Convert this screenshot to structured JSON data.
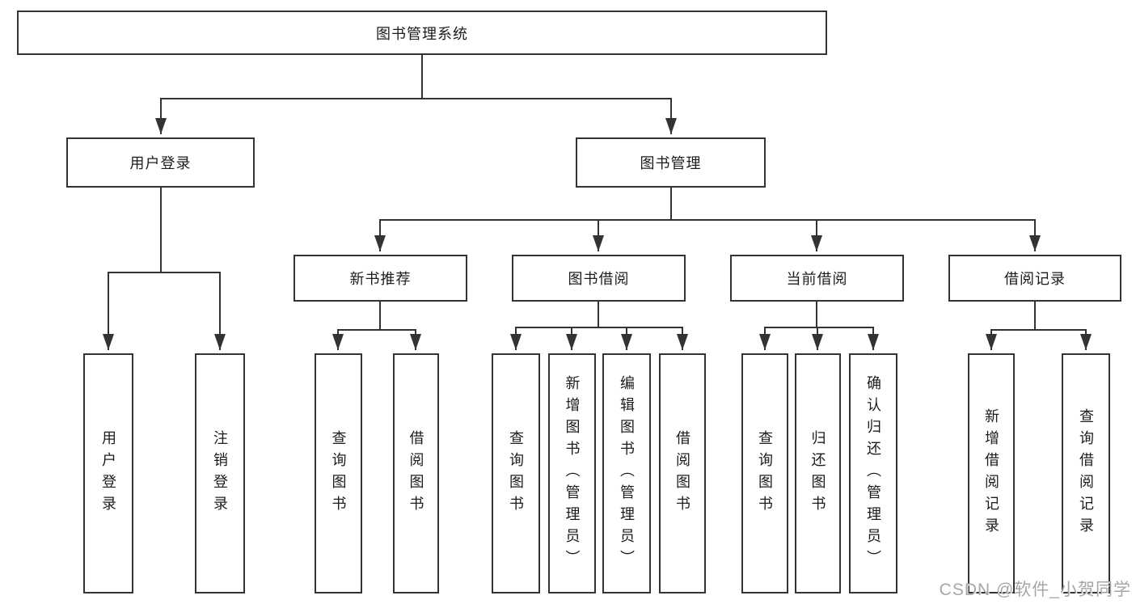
{
  "diagram_type": "hierarchy-tree",
  "colors": {
    "line": "#333333",
    "box_border": "#333333",
    "box_fill": "#ffffff",
    "text": "#1c1c1c",
    "watermark": "#a6a6a6",
    "background": "#ffffff"
  },
  "tree": {
    "label": "图书管理系统",
    "children": [
      {
        "label": "用户登录",
        "children": [
          {
            "label": "用户登录"
          },
          {
            "label": "注销登录"
          }
        ]
      },
      {
        "label": "图书管理",
        "children": [
          {
            "label": "新书推荐",
            "children": [
              {
                "label": "查询图书"
              },
              {
                "label": "借阅图书"
              }
            ]
          },
          {
            "label": "图书借阅",
            "children": [
              {
                "label": "查询图书"
              },
              {
                "label": "新增图书（管理员）"
              },
              {
                "label": "编辑图书（管理员）"
              },
              {
                "label": "借阅图书"
              }
            ]
          },
          {
            "label": "当前借阅",
            "children": [
              {
                "label": "查询图书"
              },
              {
                "label": "归还图书"
              },
              {
                "label": "确认归还（管理员）"
              }
            ]
          },
          {
            "label": "借阅记录",
            "children": [
              {
                "label": "新增借阅记录"
              },
              {
                "label": "查询借阅记录"
              }
            ]
          }
        ]
      }
    ]
  },
  "watermark": {
    "text": "CSDN @软件_小贺同学"
  }
}
